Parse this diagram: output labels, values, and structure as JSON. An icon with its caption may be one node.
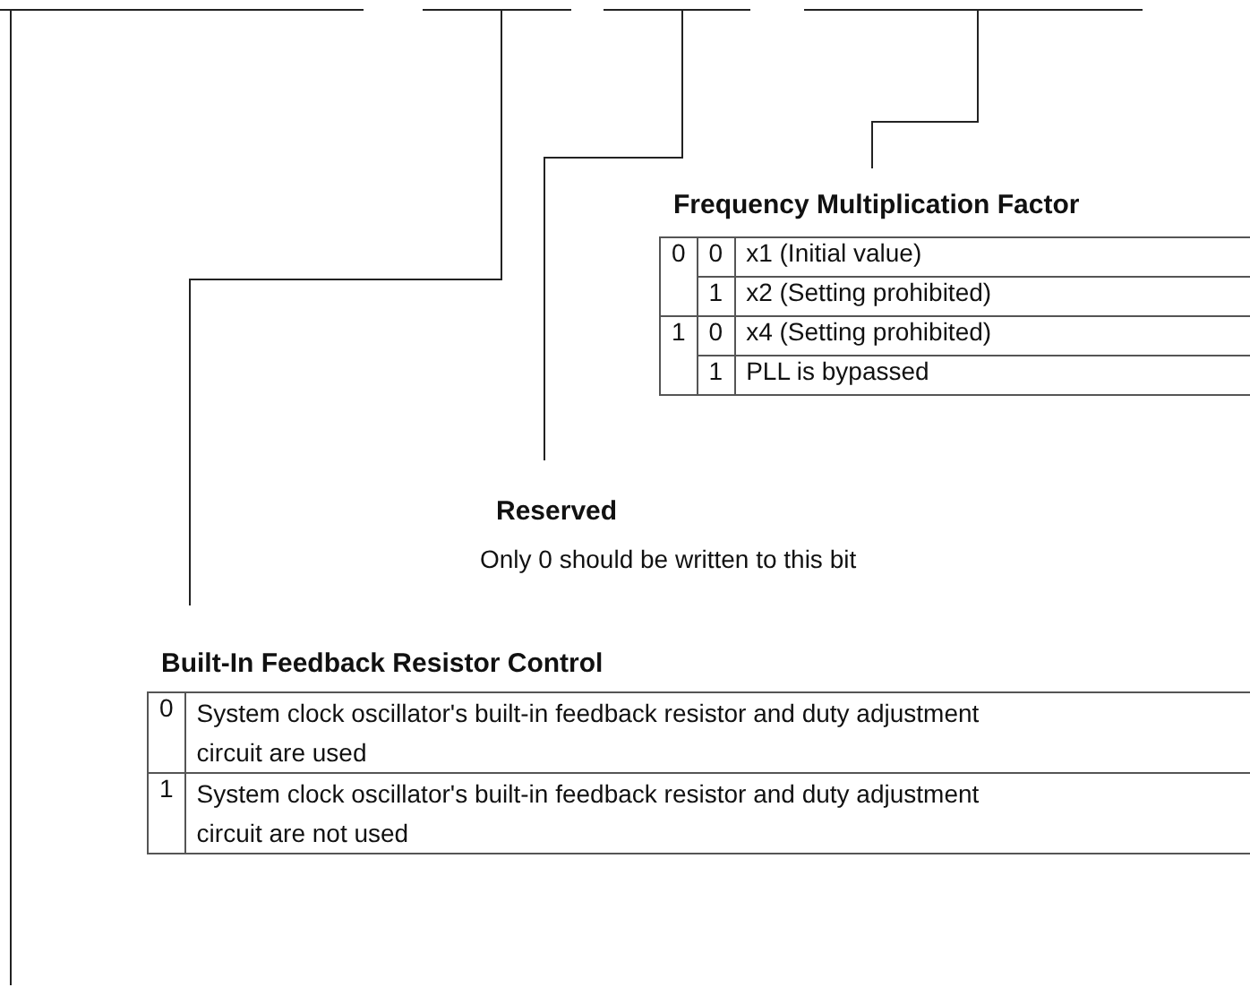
{
  "diagram": {
    "nodes": [
      {
        "text": [],
        "shape": "bar"
      },
      {
        "text": [],
        "shape": "bar"
      },
      {
        "text": [],
        "shape": "bar"
      },
      {
        "text": [],
        "shape": "bar"
      },
      {
        "text": [
          "Frequency Multiplication Factor"
        ]
      },
      {
        "text": [
          "Reserved",
          "Only 0 should be written to this bit"
        ]
      },
      {
        "text": [
          "Built-In Feedback Resistor Control"
        ]
      }
    ],
    "edges": [
      {
        "from": 3,
        "to": 4,
        "arrow": "none"
      },
      {
        "from": 2,
        "to": 5,
        "arrow": "none"
      },
      {
        "from": 1,
        "to": 6,
        "arrow": "none"
      },
      {
        "from": 0,
        "to": null,
        "arrow": "none"
      }
    ],
    "labels": [
      "0",
      "0",
      "x1 (Initial value)",
      "1",
      "x2 (Setting prohibited)",
      "1",
      "0",
      "x4 (Setting prohibited)",
      "1",
      "PLL is bypassed",
      "0",
      "System clock oscillator's built-in feedback resistor and duty adjustment circuit are used",
      "1",
      "System clock oscillator's built-in feedback resistor and duty adjustment circuit are not used"
    ]
  }
}
